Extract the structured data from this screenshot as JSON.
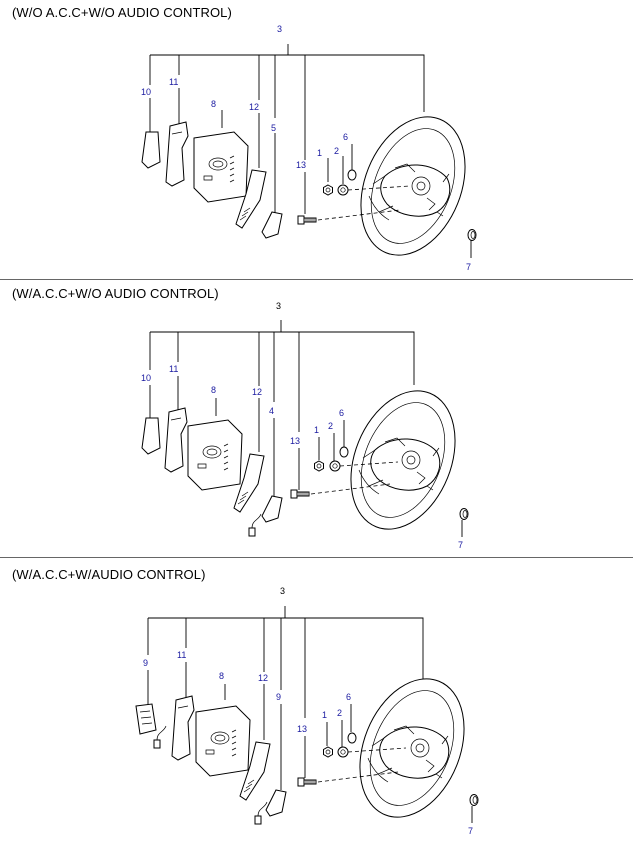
{
  "sections": [
    {
      "title": "(W/O A.C.C+W/O AUDIO CONTROL)",
      "callouts": {
        "assembly": "3",
        "cover_left": "10",
        "cover_mid": "11",
        "airbag": "8",
        "cover_right": "12",
        "switch": "5",
        "bolt": "13",
        "nut": "1",
        "washer": "2",
        "cap": "6",
        "plug": "7"
      }
    },
    {
      "title": "(W/A.C.C+W/O AUDIO CONTROL)",
      "callouts": {
        "assembly": "3",
        "cover_left": "10",
        "cover_mid": "11",
        "airbag": "8",
        "cover_right": "12",
        "switch": "4",
        "bolt": "13",
        "nut": "1",
        "washer": "2",
        "cap": "6",
        "plug": "7"
      }
    },
    {
      "title": "(W/A.C.C+W/AUDIO CONTROL)",
      "callouts": {
        "assembly": "3",
        "cover_left": "9",
        "cover_mid": "11",
        "airbag": "8",
        "cover_right": "12",
        "switch": "9",
        "bolt": "13",
        "nut": "1",
        "washer": "2",
        "cap": "6",
        "plug": "7"
      }
    }
  ]
}
